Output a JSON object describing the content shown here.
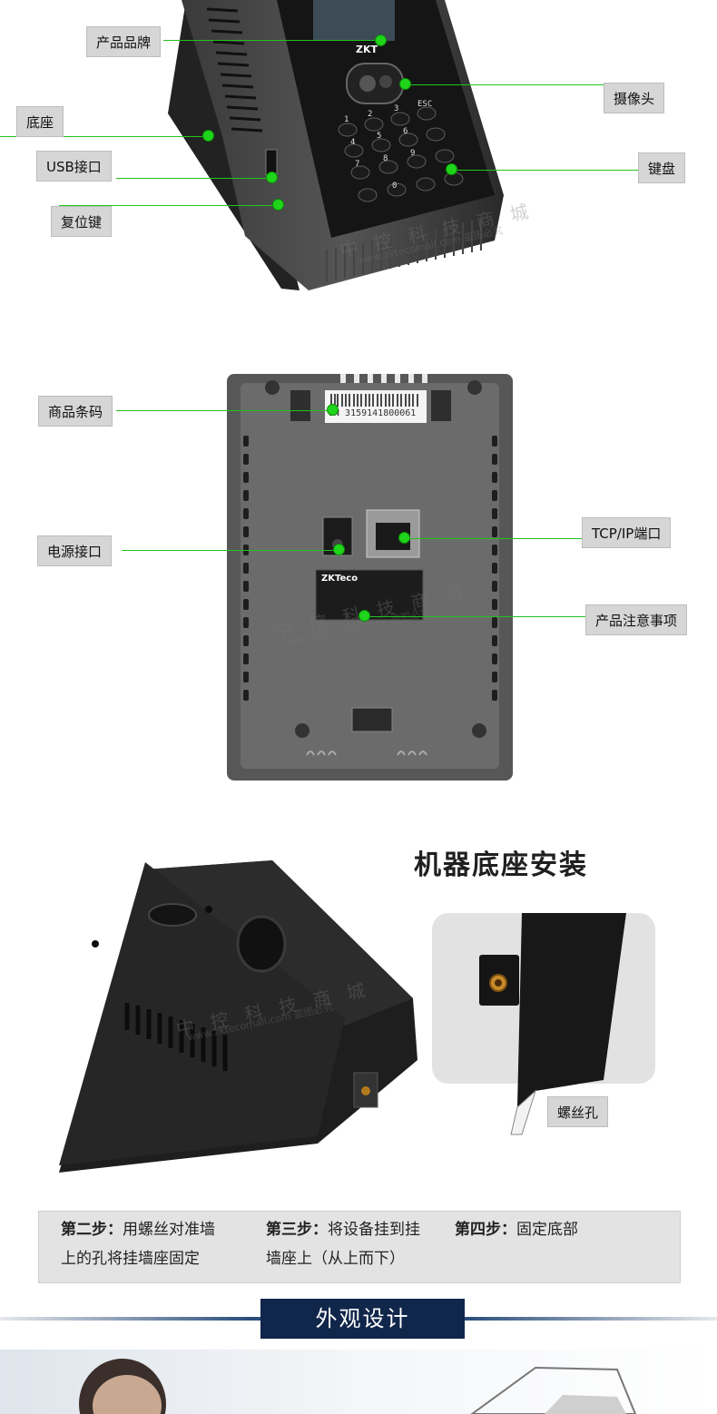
{
  "section1": {
    "labels": {
      "brand": "产品品牌",
      "camera": "摄像头",
      "base": "底座",
      "usb": "USB接口",
      "keyboard": "键盘",
      "reset": "复位键"
    },
    "device_logo": "ZKT",
    "keys": [
      "1",
      "2",
      "3",
      "ESC",
      "4",
      "5",
      "6",
      "7",
      "8",
      "9",
      "0"
    ],
    "watermark": "中 控 科 技 商 城",
    "watermark_sub": "www.zktecomall.com 盗图必究"
  },
  "section2": {
    "labels": {
      "barcode": "商品条码",
      "power": "电源接口",
      "tcpip": "TCP/IP端口",
      "notes": "产品注意事项"
    },
    "barcode_number": "SN 3159141800061",
    "plate_logo": "ZKTeco",
    "watermark": "中 控 科 技 商 城",
    "watermark_sub": "www.zktecomall.com 盗图必究"
  },
  "section3": {
    "title": "机器底座安装",
    "screw_label": "螺丝孔",
    "watermark": "中 控 科 技 商 城",
    "watermark_sub": "www.zktecomall.com 盗图必究"
  },
  "steps": [
    {
      "head": "第二步：",
      "line1": "用螺丝对准墙",
      "line2": "上的孔将挂墙座固定"
    },
    {
      "head": "第三步：",
      "line1": "将设备挂到挂",
      "line2": "墙座上（从上而下）"
    },
    {
      "head": "第四步：",
      "line1": "固定底部",
      "line2": ""
    }
  ],
  "banner": "外观设计",
  "colors": {
    "callout_line": "#22c31e",
    "label_bg": "#d6d6d6",
    "banner_bg": "#10264a",
    "device_dark": "#2a2a2a"
  }
}
